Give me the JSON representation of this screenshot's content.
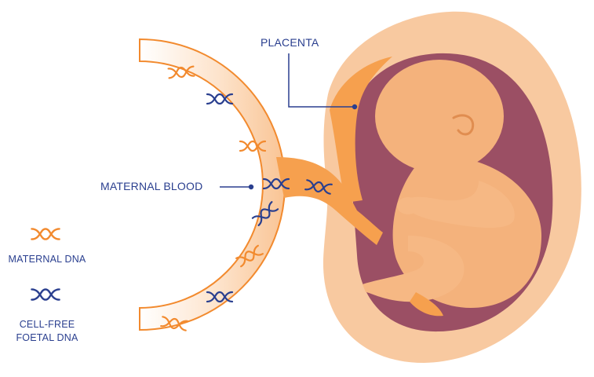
{
  "labels": {
    "placenta": "PLACENTA",
    "maternal_blood": "MATERNAL BLOOD"
  },
  "legend": {
    "maternal_dna": "MATERNAL DNA",
    "cell_free_line1": "CELL-FREE",
    "cell_free_line2": "FOETAL DNA"
  },
  "colors": {
    "maternal_dna": "#f28a2e",
    "foetal_dna": "#2a3f8f",
    "uterus_outer": "#f8c9a0",
    "amniotic_cavity": "#9b4f64",
    "foetus": "#f4b27c",
    "cord_and_placenta": "#f6a04e",
    "text": "#2a3f8f"
  }
}
